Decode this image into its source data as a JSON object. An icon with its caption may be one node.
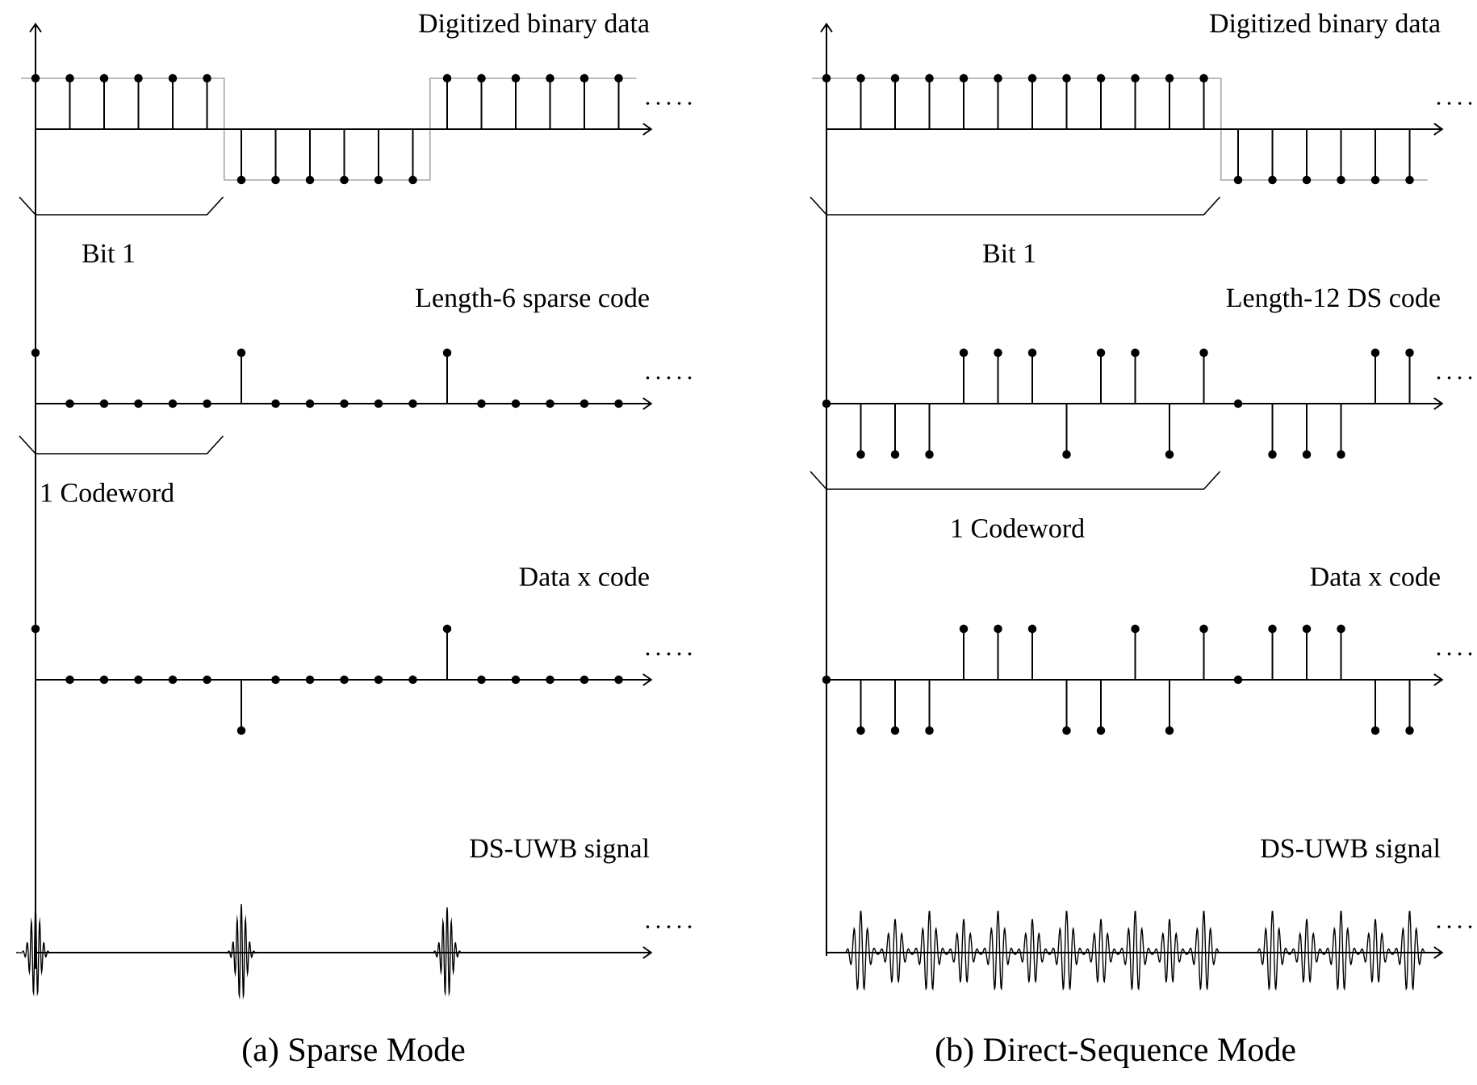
{
  "diagram": {
    "labels": [
      "Digitized binary data",
      "Bit 1",
      "Length-6 sparse code",
      "1 Codeword",
      "Data x code",
      "DS-UWB signal",
      "(a) Sparse Mode",
      "Digitized binary data",
      "Bit 1",
      "Length-12 DS code",
      "1 Codeword",
      "Data x code",
      "DS-UWB signal",
      "(b) Direct-Sequence Mode"
    ]
  }
}
